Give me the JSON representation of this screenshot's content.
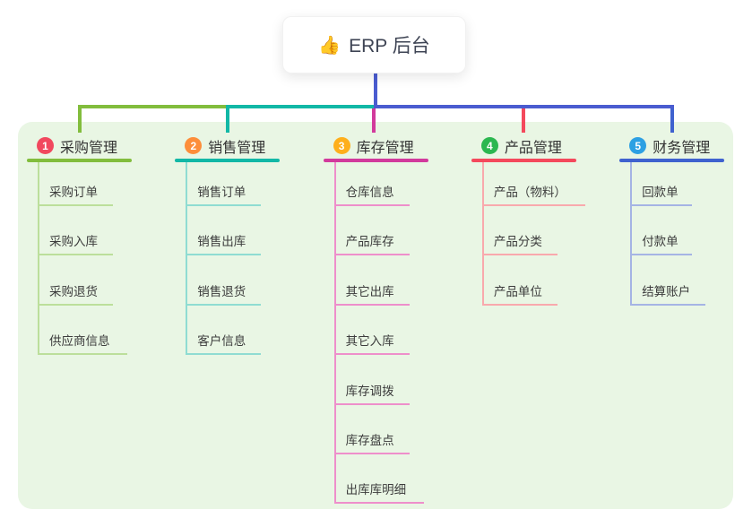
{
  "canvas": {
    "background": "#ffffff",
    "panel_color": "#e9f6e4",
    "text_color": "#3c3c3c"
  },
  "root": {
    "icon": "👍",
    "label": "ERP 后台",
    "connector_color": "#4a5cd0"
  },
  "branches": [
    {
      "number": "1",
      "label": "采购管理",
      "badge_color": "#f1485e",
      "line_color": "#82bd3d",
      "child_line_color": "#bcdf9b",
      "children": [
        "采购订单",
        "采购入库",
        "采购退货",
        "供应商信息"
      ]
    },
    {
      "number": "2",
      "label": "销售管理",
      "badge_color": "#fd8e3a",
      "line_color": "#12b8a6",
      "child_line_color": "#8fdcd2",
      "children": [
        "销售订单",
        "销售出库",
        "销售退货",
        "客户信息"
      ]
    },
    {
      "number": "3",
      "label": "库存管理",
      "badge_color": "#feaf1c",
      "line_color": "#d23a9c",
      "child_line_color": "#ee8fcb",
      "children": [
        "仓库信息",
        "产品库存",
        "其它出库",
        "其它入库",
        "库存调拨",
        "库存盘点",
        "出库库明细"
      ]
    },
    {
      "number": "4",
      "label": "产品管理",
      "badge_color": "#2cb750",
      "line_color": "#f4495c",
      "child_line_color": "#f9a9ad",
      "children": [
        "产品（物料）",
        "产品分类",
        "产品单位"
      ]
    },
    {
      "number": "5",
      "label": "财务管理",
      "badge_color": "#2da0e3",
      "line_color": "#3f62cf",
      "child_line_color": "#a5b4e4",
      "children": [
        "回款单",
        "付款单",
        "结算账户"
      ]
    }
  ]
}
